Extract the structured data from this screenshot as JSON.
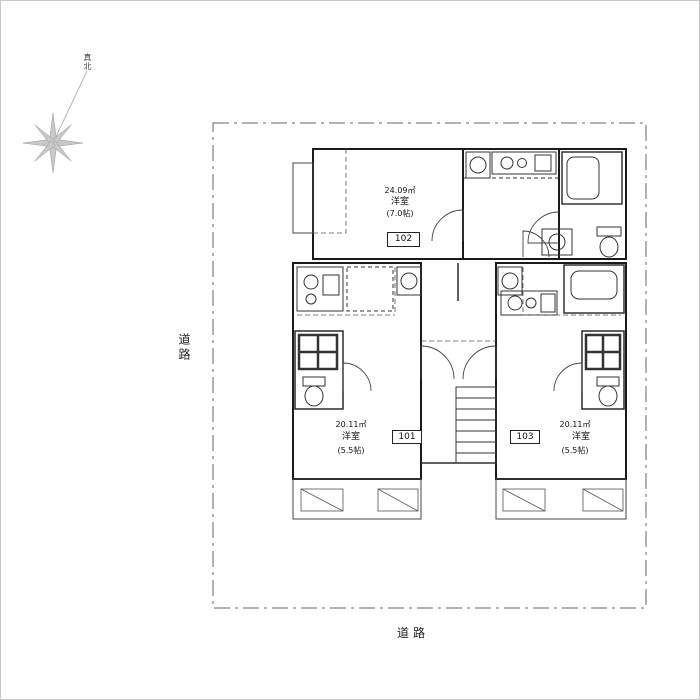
{
  "compass": {
    "north_label": "真北"
  },
  "roads": {
    "left_label": "道路",
    "bottom_label": "道路"
  },
  "units": {
    "u101": {
      "number": "101",
      "area": "20.11㎡",
      "room_type": "洋室",
      "size_jo": "(5.5帖)"
    },
    "u102": {
      "number": "102",
      "area": "24.09㎡",
      "room_type": "洋室",
      "size_jo": "(7.0帖)"
    },
    "u103": {
      "number": "103",
      "area": "20.11㎡",
      "room_type": "洋室",
      "size_jo": "(5.5帖)"
    }
  },
  "colors": {
    "wall": "#1b1b1b",
    "fixture": "#333333",
    "boundary": "#666666",
    "compass": "#b5b5b5",
    "image_border": "#c9c9c9"
  }
}
